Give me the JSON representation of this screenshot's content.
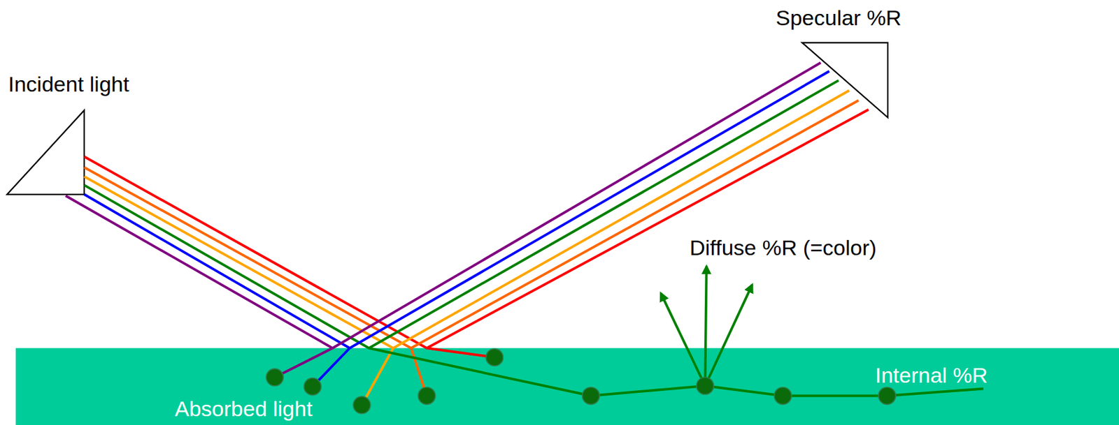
{
  "diagram": {
    "nodes": [
      {
        "text": [
          "Internal %R",
          "Absorbed light"
        ]
      }
    ],
    "labels": [
      "Incident light",
      "Specular %R",
      "Diffuse %R (=color)"
    ]
  }
}
